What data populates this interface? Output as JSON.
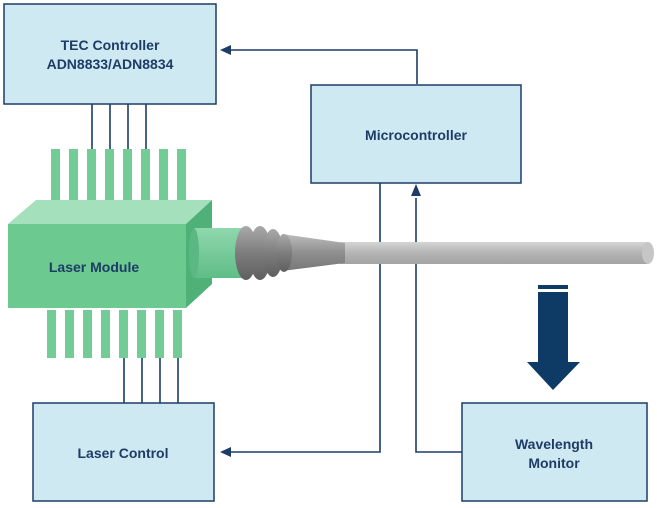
{
  "tec_controller": {
    "line1": "TEC Controller",
    "line2": "ADN8833/ADN8834"
  },
  "microcontroller": {
    "label": "Microcontroller"
  },
  "laser_module": {
    "label": "Laser Module"
  },
  "laser_control": {
    "label": "Laser Control"
  },
  "wavelength_monitor": {
    "line1": "Wavelength",
    "line2": "Monitor"
  },
  "colors": {
    "box_fill": "#cfe9f2",
    "box_stroke": "#1d3c66",
    "module_green": "#6cc990",
    "pin_green": "#73cc96",
    "fiber_gray": "#b9b9b9",
    "arrow_navy": "#0d3b66",
    "text_navy": "#1d3c66"
  }
}
